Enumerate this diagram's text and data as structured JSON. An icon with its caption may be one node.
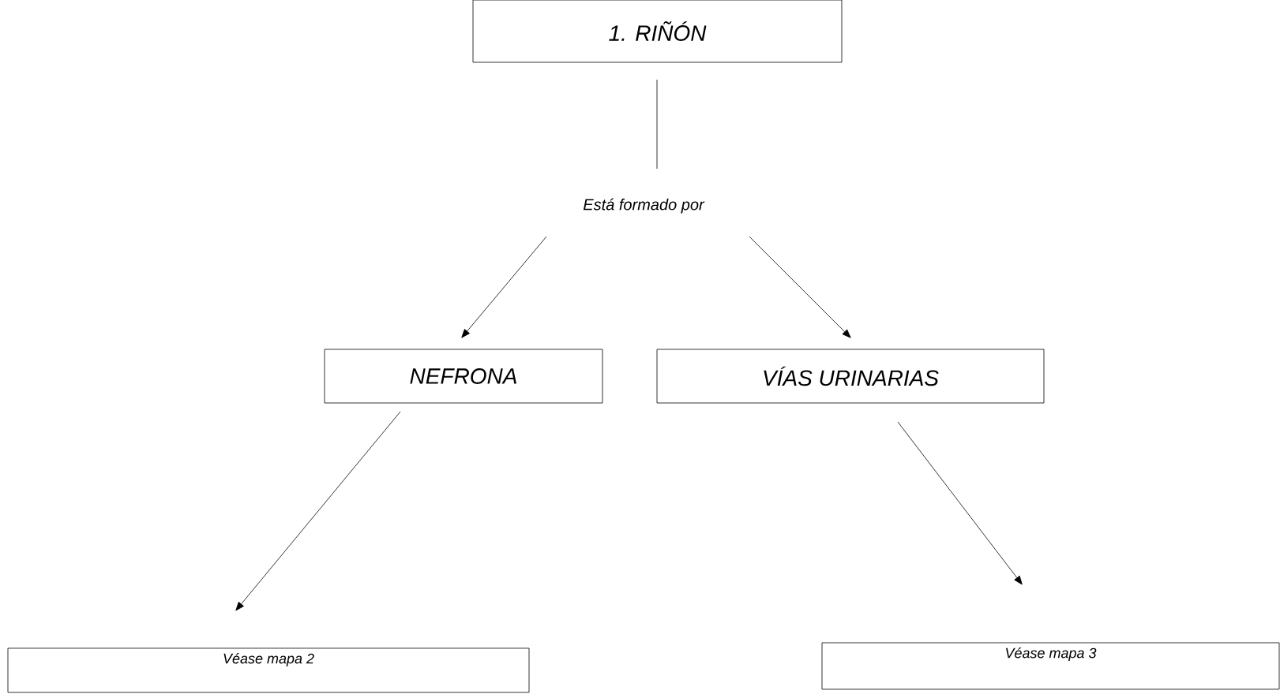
{
  "diagram": {
    "nodes": [
      {
        "text": [
          "1. RIÑÓN"
        ]
      },
      {
        "text": [
          "Está formado por"
        ]
      },
      {
        "text": [
          "NEFRONA"
        ]
      },
      {
        "text": [
          "VÍAS URINARIAS"
        ]
      },
      {
        "text": [
          "Véase mapa 2"
        ]
      },
      {
        "text": [
          "Véase mapa 3"
        ]
      }
    ],
    "edges": [
      {
        "from": 0,
        "to": 1,
        "arrow": "none"
      },
      {
        "from": 1,
        "to": 2,
        "arrow": "to"
      },
      {
        "from": 1,
        "to": 3,
        "arrow": "to"
      },
      {
        "from": 2,
        "to": 4,
        "arrow": "to"
      },
      {
        "from": 3,
        "to": 5,
        "arrow": "to"
      }
    ]
  }
}
